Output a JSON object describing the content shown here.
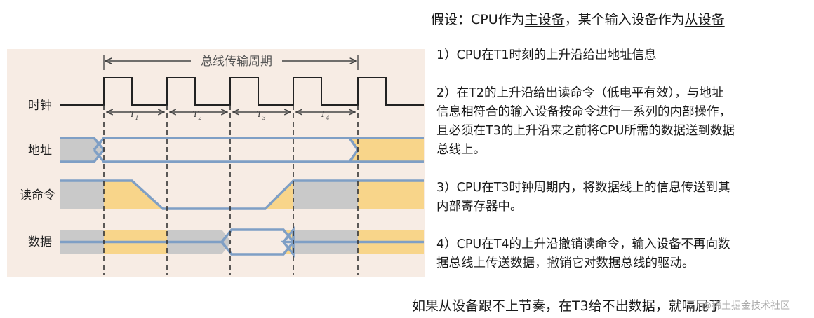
{
  "diagram": {
    "bus_cycle_label": "总线传输周期",
    "clock_label": "时钟",
    "address_label": "地址",
    "read_label": "读命令",
    "data_label": "数据",
    "periods": [
      "T1",
      "T2",
      "T3",
      "T4"
    ],
    "colors": {
      "panel": "#f7ece4",
      "gray": "#c9c9c9",
      "yellow": "#f8d58a",
      "blue": "#7f9fc5"
    }
  },
  "text": {
    "heading_prefix": "假设：CPU作为",
    "heading_master": "主设备",
    "heading_mid": "，某个输入设备作为",
    "heading_slave": "从设备",
    "steps": [
      [
        "1）CPU在T1时刻的上升沿给出地址信息"
      ],
      [
        "2）在T2的上升沿给出读命令（低电平有效），与地址",
        "信息相符合的输入设备按命令进行一系列的内部操作，",
        "且必须在T3的上升沿来之前将CPU所需的数据送到数据",
        "总线上。"
      ],
      [
        "3）CPU在T3时钟周期内，将数据线上的信息传送到其",
        "内部寄存器中。"
      ],
      [
        "4）CPU在T4的上升沿撤销读命令，输入设备不再向数",
        "据总线上传送数据，撤销它对数据总线的驱动。"
      ]
    ],
    "footer": "如果从设备跟不上节奏，在T3给不出数据，就嗝屁了",
    "watermark": "@稀土掘金技术社区"
  }
}
